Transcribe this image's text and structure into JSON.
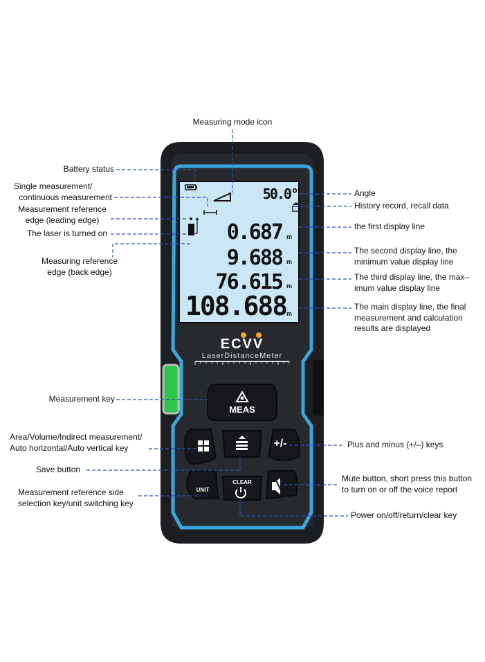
{
  "device": {
    "brand": "ECVV",
    "model_label": "LaserDistanceMeter",
    "screen": {
      "angle": "50.0°",
      "line1": "0.687",
      "line2": "9.688",
      "line3": "76.615",
      "main": "108.688",
      "unit": "m"
    },
    "keys": {
      "meas": "MEAS",
      "unit": "UNIT",
      "clear": "CLEAR",
      "plus_minus": "+/-"
    }
  },
  "callouts": {
    "mode_icon": "Measuring mode icon",
    "battery": "Battery status",
    "single_cont": [
      "Single measurement/",
      "continuous measurement"
    ],
    "leading_edge": [
      "Measurement reference",
      "edge (leading edge)"
    ],
    "laser_on": "The laser is turned on",
    "back_edge": [
      "Measuring reference",
      "edge (back edge)"
    ],
    "meas_key": "Measurement key",
    "area_key": [
      "Area/Volume/Indirect measurement/",
      "Auto horizontal/Auto vertical key"
    ],
    "save": "Save button",
    "ref_unit": [
      "Measurement reference side",
      "selection key/unit switching key"
    ],
    "angle": "Angle",
    "history": "History record, recall data",
    "first_line": "the first display line",
    "second_line": [
      "The second display line, the",
      "minimum value display line"
    ],
    "third_line": [
      "The third display line, the max–",
      "imum value display line"
    ],
    "main_line": [
      "The main display line, the final",
      "measurement and calculation",
      "results are displayed"
    ],
    "plus_minus": "Plus and minus (+/–) keys",
    "mute": [
      "Mute button, short press this button",
      "to turn on or off the voice report"
    ],
    "power": "Power on/off/return/clear key"
  },
  "colors": {
    "accent": "#3aa6e0",
    "screen": "#cbe7f6",
    "body": "#1c1e21",
    "leader": "#2a52b8",
    "level": "#2fc44a"
  }
}
